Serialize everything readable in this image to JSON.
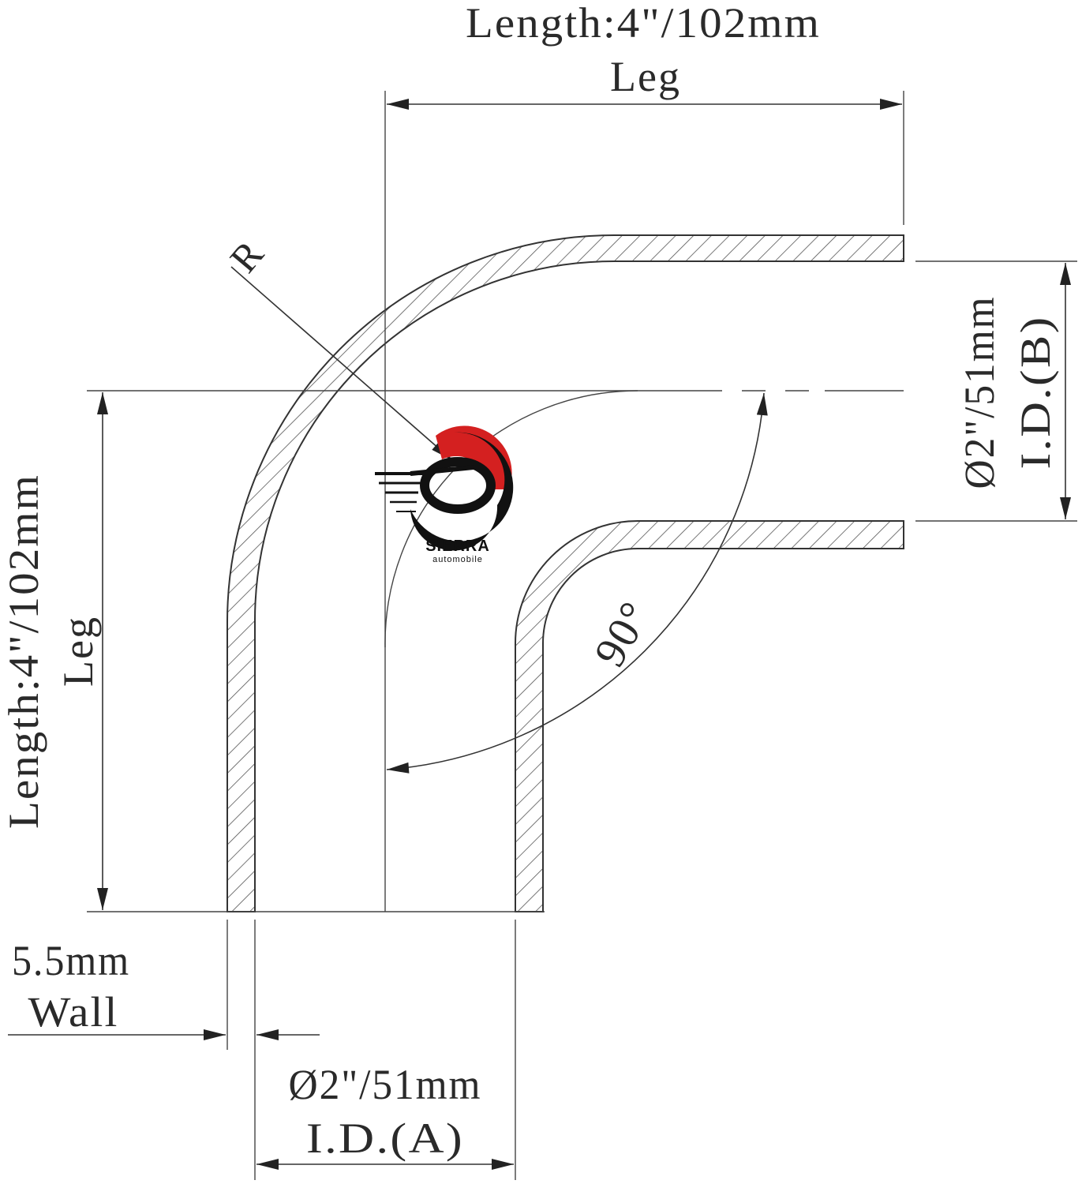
{
  "labels": {
    "top_length": "Length:4\"/102mm",
    "top_leg": "Leg",
    "left_length": "Length:4\"/102mm",
    "left_leg": "Leg",
    "right_diameter": "Ø2\"/51mm",
    "right_id": "I.D.(B)",
    "bottom_diameter": "Ø2\"/51mm",
    "bottom_id": "I.D.(A)",
    "wall_thickness": "5.5mm",
    "wall_word": "Wall",
    "radius": "R",
    "angle": "90°"
  },
  "logo": {
    "name": "SIERRA",
    "subtitle": "automobile",
    "accent_color": "#d42020",
    "dark_color": "#111111"
  }
}
